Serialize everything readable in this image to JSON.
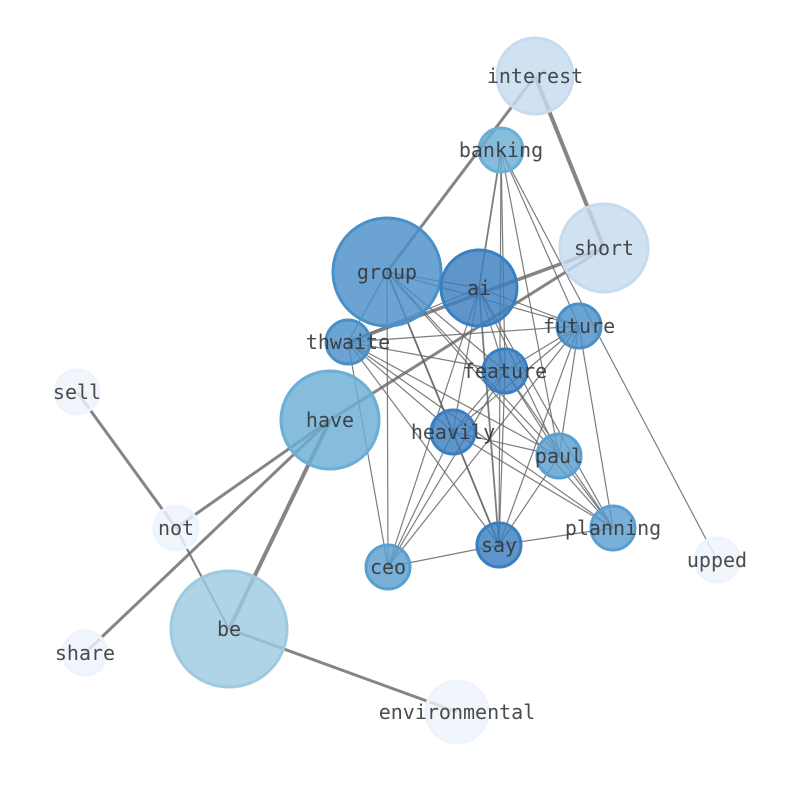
{
  "nodes": [
    {
      "id": "interest",
      "label": "interest",
      "color": "#c6dbef"
    },
    {
      "id": "banking",
      "label": "banking",
      "color": "#6baed6"
    },
    {
      "id": "short",
      "label": "short",
      "color": "#c6dbef"
    },
    {
      "id": "group",
      "label": "group",
      "color": "#4a90c8"
    },
    {
      "id": "ai",
      "label": "ai",
      "color": "#3a7fc0"
    },
    {
      "id": "future",
      "label": "future",
      "color": "#4a90c8"
    },
    {
      "id": "thwaite",
      "label": "thwaite",
      "color": "#4a90c8"
    },
    {
      "id": "feature",
      "label": "feature",
      "color": "#3a7fc0"
    },
    {
      "id": "sell",
      "label": "sell",
      "color": "#eef4fb"
    },
    {
      "id": "have",
      "label": "have",
      "color": "#6baed6"
    },
    {
      "id": "heavily",
      "label": "heavily",
      "color": "#3a7fc0"
    },
    {
      "id": "paul",
      "label": "paul",
      "color": "#5a9fd0"
    },
    {
      "id": "not",
      "label": "not",
      "color": "#eef4fb"
    },
    {
      "id": "planning",
      "label": "planning",
      "color": "#5a9fd0"
    },
    {
      "id": "say",
      "label": "say",
      "color": "#3a7fc0"
    },
    {
      "id": "ceo",
      "label": "ceo",
      "color": "#5a9fd0"
    },
    {
      "id": "upped",
      "label": "upped",
      "color": "#eef4fb"
    },
    {
      "id": "be",
      "label": "be",
      "color": "#9ecae1"
    },
    {
      "id": "share",
      "label": "share",
      "color": "#eef4fb"
    },
    {
      "id": "environmental",
      "label": "environmental",
      "color": "#eef4fb"
    }
  ],
  "edges": [
    [
      "interest",
      "short",
      4
    ],
    [
      "interest",
      "group",
      3
    ],
    [
      "short",
      "thwaite",
      3.5
    ],
    [
      "short",
      "have",
      3
    ],
    [
      "have",
      "be",
      4
    ],
    [
      "have",
      "share",
      3
    ],
    [
      "have",
      "not",
      3
    ],
    [
      "not",
      "sell",
      3
    ],
    [
      "not",
      "be",
      2
    ],
    [
      "be",
      "environmental",
      3
    ],
    [
      "banking",
      "ai",
      1.8
    ],
    [
      "banking",
      "future",
      1.2
    ],
    [
      "banking",
      "paul",
      1.2
    ],
    [
      "banking",
      "upped",
      1.2
    ],
    [
      "banking",
      "feature",
      1.2
    ],
    [
      "banking",
      "say",
      1.2
    ],
    [
      "group",
      "ai",
      1.2
    ],
    [
      "group",
      "future",
      1.2
    ],
    [
      "group",
      "thwaite",
      1.2
    ],
    [
      "group",
      "feature",
      1.2
    ],
    [
      "group",
      "heavily",
      1.2
    ],
    [
      "group",
      "paul",
      1.2
    ],
    [
      "group",
      "planning",
      1.2
    ],
    [
      "group",
      "say",
      1.8
    ],
    [
      "group",
      "ceo",
      1.2
    ],
    [
      "ai",
      "future",
      1.2
    ],
    [
      "ai",
      "thwaite",
      1.2
    ],
    [
      "ai",
      "feature",
      1.2
    ],
    [
      "ai",
      "heavily",
      1.2
    ],
    [
      "ai",
      "paul",
      1.2
    ],
    [
      "ai",
      "planning",
      1.2
    ],
    [
      "ai",
      "say",
      1.8
    ],
    [
      "ai",
      "ceo",
      1.2
    ],
    [
      "thwaite",
      "future",
      1.2
    ],
    [
      "thwaite",
      "feature",
      1.2
    ],
    [
      "thwaite",
      "heavily",
      1.2
    ],
    [
      "thwaite",
      "paul",
      1.2
    ],
    [
      "thwaite",
      "planning",
      1.2
    ],
    [
      "thwaite",
      "say",
      1.2
    ],
    [
      "thwaite",
      "ceo",
      1.2
    ],
    [
      "future",
      "feature",
      1.2
    ],
    [
      "future",
      "heavily",
      1.2
    ],
    [
      "future",
      "paul",
      1.2
    ],
    [
      "future",
      "planning",
      1.2
    ],
    [
      "future",
      "say",
      1.2
    ],
    [
      "future",
      "ceo",
      1.2
    ],
    [
      "feature",
      "heavily",
      1.2
    ],
    [
      "feature",
      "paul",
      1.2
    ],
    [
      "feature",
      "planning",
      1.2
    ],
    [
      "feature",
      "say",
      1.2
    ],
    [
      "feature",
      "ceo",
      1.2
    ],
    [
      "heavily",
      "paul",
      1.2
    ],
    [
      "heavily",
      "planning",
      1.2
    ],
    [
      "heavily",
      "say",
      1.2
    ],
    [
      "heavily",
      "ceo",
      1.2
    ],
    [
      "paul",
      "planning",
      1.2
    ],
    [
      "paul",
      "say",
      1.2
    ],
    [
      "planning",
      "say",
      1.2
    ],
    [
      "say",
      "ceo",
      1.2
    ]
  ]
}
